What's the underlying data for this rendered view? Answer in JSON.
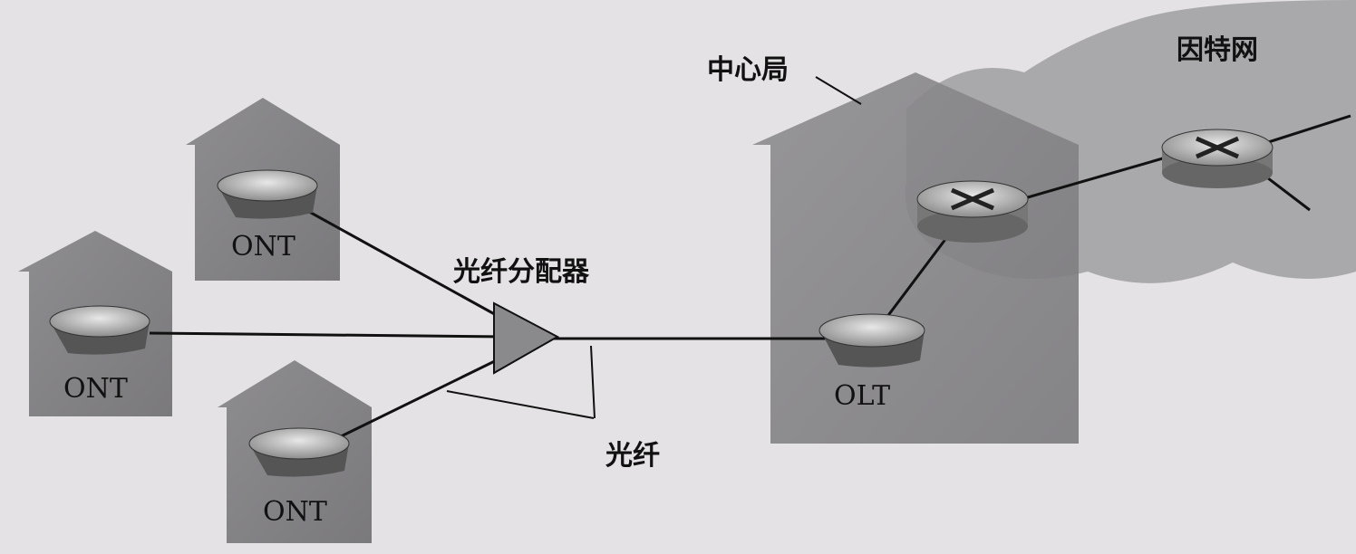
{
  "labels": {
    "central_office": "中心局",
    "internet": "因特网",
    "splitter": "光纤分配器",
    "fiber": "光纤",
    "olt": "OLT",
    "ont_1": "ONT",
    "ont_2": "ONT",
    "ont_3": "ONT"
  },
  "colors": {
    "house": "#8a8a8c",
    "cloud": "#a9a8ab",
    "device": "#9a9a9c",
    "background": "#e4e2e4"
  }
}
